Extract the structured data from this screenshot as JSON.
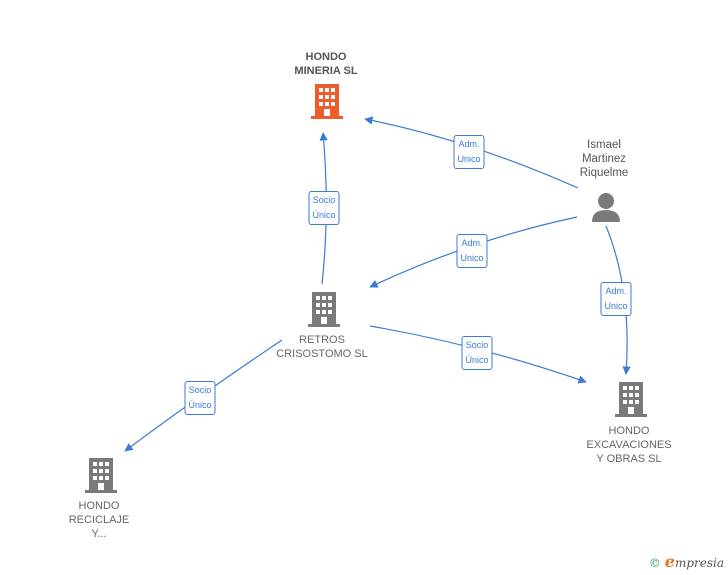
{
  "nodes": {
    "hondo_mineria": {
      "label_line1": "HONDO",
      "label_line2": "MINERIA  SL",
      "icon": "building-icon",
      "color": "#ef5b2a"
    },
    "retros": {
      "label_line1": "RETROS",
      "label_line2": "CRISOSTOMO SL",
      "icon": "building-icon",
      "color": "#7a7a7a"
    },
    "hondo_excavaciones": {
      "label_line1": "HONDO",
      "label_line2": "EXCAVACIONES",
      "label_line3": "Y OBRAS SL",
      "icon": "building-icon",
      "color": "#7a7a7a"
    },
    "hondo_reciclaje": {
      "label_line1": "HONDO",
      "label_line2": "RECICLAJE",
      "label_line3": "Y...",
      "icon": "building-icon",
      "color": "#7a7a7a"
    },
    "ismael": {
      "label_line1": "Ismael",
      "label_line2": "Martinez",
      "label_line3": "Riquelme",
      "icon": "person-icon",
      "color": "#7a7a7a"
    }
  },
  "edges": {
    "ismael_mineria": {
      "line1": "Adm.",
      "line2": "Unico"
    },
    "ismael_retros": {
      "line1": "Adm.",
      "line2": "Unico"
    },
    "ismael_excavaciones": {
      "line1": "Adm.",
      "line2": "Unico"
    },
    "retros_mineria": {
      "line1": "Socio",
      "line2": "Único"
    },
    "retros_excavaciones": {
      "line1": "Socio",
      "line2": "Único"
    },
    "retros_reciclaje": {
      "line1": "Socio",
      "line2": "Único"
    }
  },
  "colors": {
    "edge": "#3a7bd5"
  },
  "footer": {
    "copyright": "©",
    "brand_first": "e",
    "brand_rest": "mpresia"
  }
}
